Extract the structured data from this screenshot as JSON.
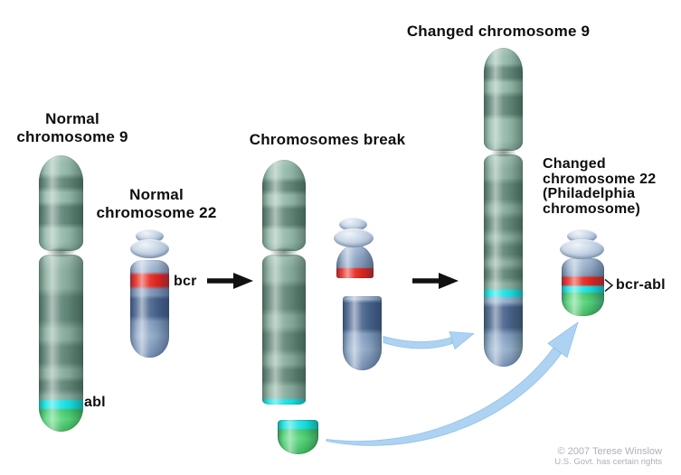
{
  "title_labels": {
    "normal_chr9": "Normal\nchromosome 9",
    "normal_chr22": "Normal\nchromosome 22",
    "break": "Chromosomes break",
    "changed_chr9": "Changed chromosome 9",
    "changed_chr22": "Changed\nchromosome 22\n(Philadelphia\nchromosome)"
  },
  "gene_labels": {
    "bcr": "bcr",
    "abl": "abl",
    "bcr_abl": "bcr-abl"
  },
  "credit": {
    "line1": "© 2007 Terese Winslow",
    "line2": "U.S. Govt. has certain rights"
  },
  "colors": {
    "chromosome9_green_light": "#93b9a9",
    "chromosome9_band_dark": "#5f8476",
    "chromosome22_blue_light": "#90aac8",
    "chromosome22_band_dark": "#47628b",
    "bcr_band_red": "#e8231a",
    "abl_band_cyan": "#15e2e5",
    "abl_tip_green": "#43c566",
    "translocation_arrow_blue": "#aed3f2",
    "step_arrow_black": "#111111",
    "label_text": "#0e0e0e",
    "credit_text": "#adafb9",
    "background": "#ffffff"
  }
}
